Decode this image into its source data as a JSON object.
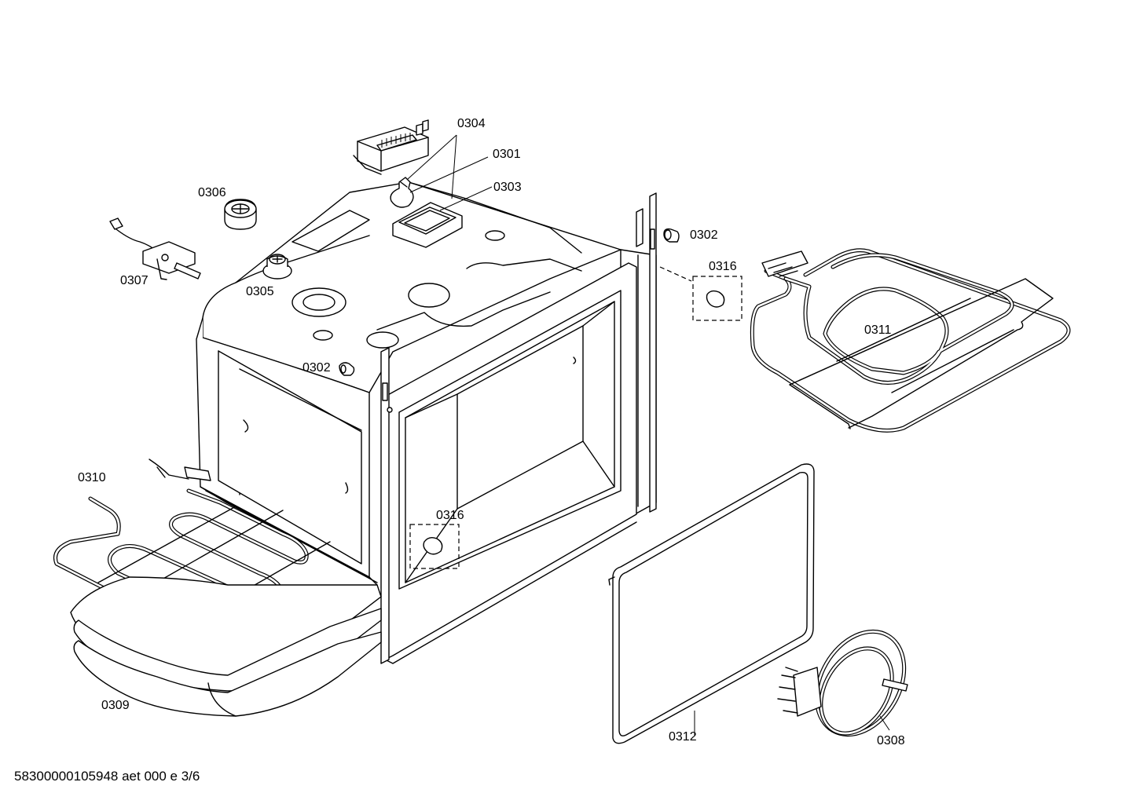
{
  "diagram": {
    "labels": {
      "p0301": "0301",
      "p0302_right": "0302",
      "p0302_left": "0302",
      "p0303": "0303",
      "p0304": "0304",
      "p0305": "0305",
      "p0306": "0306",
      "p0307": "0307",
      "p0308": "0308",
      "p0309": "0309",
      "p0310": "0310",
      "p0311": "0311",
      "p0312": "0312",
      "p0316_upper": "0316",
      "p0316_lower": "0316"
    }
  },
  "footer": {
    "document_code": "58300000105948 aet 000 e 3/6"
  }
}
